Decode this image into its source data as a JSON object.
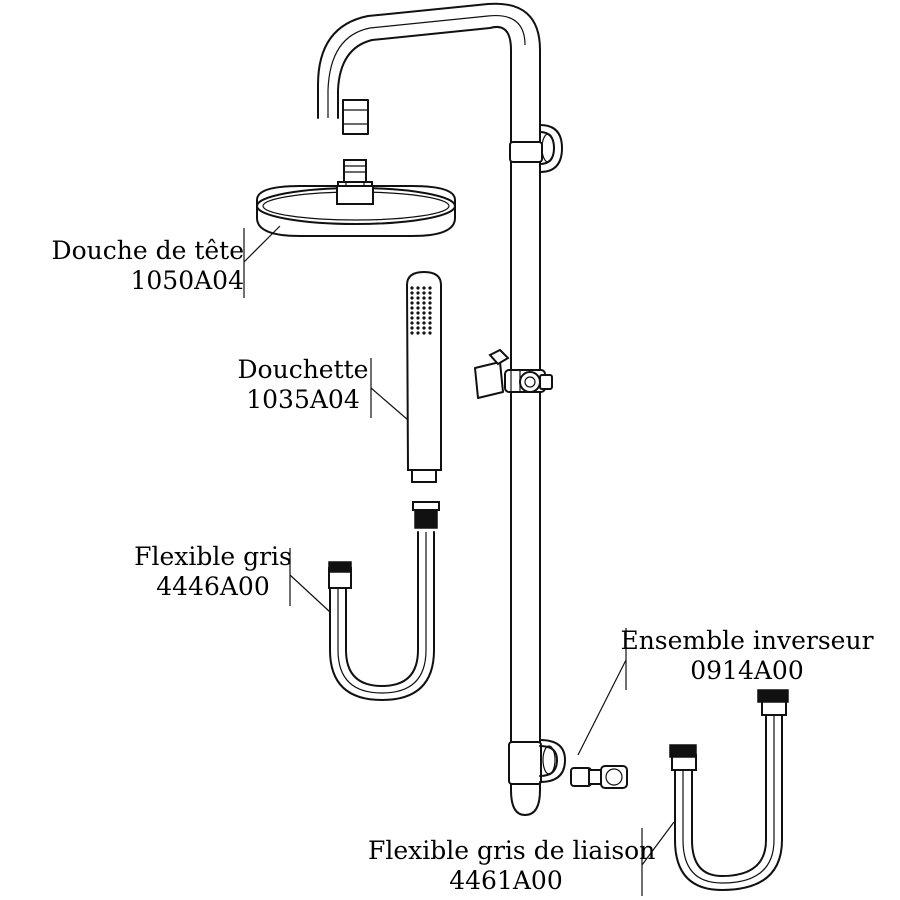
{
  "parts": [
    {
      "key": "head_shower",
      "name": "Douche de tête",
      "ref": "1050A04"
    },
    {
      "key": "hand_shower",
      "name": "Douchette",
      "ref": "1035A04"
    },
    {
      "key": "hose_grey",
      "name": "Flexible gris",
      "ref": "4446A00"
    },
    {
      "key": "diverter",
      "name": "Ensemble inverseur",
      "ref": "0914A00"
    },
    {
      "key": "connecting_hose",
      "name": "Flexible gris de liaison",
      "ref": "4461A00"
    }
  ]
}
